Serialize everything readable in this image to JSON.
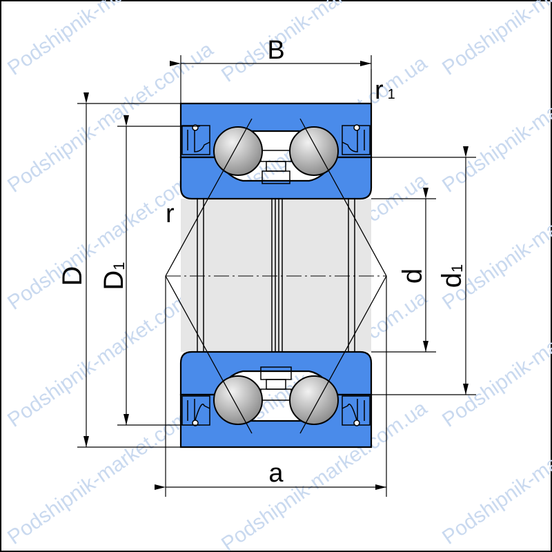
{
  "labels": {
    "width_B": "B",
    "corner_r1": "r",
    "corner_r1_sub": "1",
    "corner_r": "r",
    "outer_diameter_D": "D",
    "outer_shoulder_D1": "D",
    "outer_shoulder_D1_sub": "1",
    "bore_d": "d",
    "inner_shoulder_d1": "d",
    "inner_shoulder_d1_sub": "1",
    "pressure_center_a": "a"
  },
  "watermark": {
    "text": "Podshipnik-market.com.ua",
    "color": "#c9d9ef"
  },
  "colors": {
    "ring_fill": "#4a8bea",
    "bore_fill": "#e6e6e6",
    "ball_light": "#f2f2f2",
    "ball_dark": "#8c8c8c",
    "seal_fill": "#d8d8d8"
  }
}
